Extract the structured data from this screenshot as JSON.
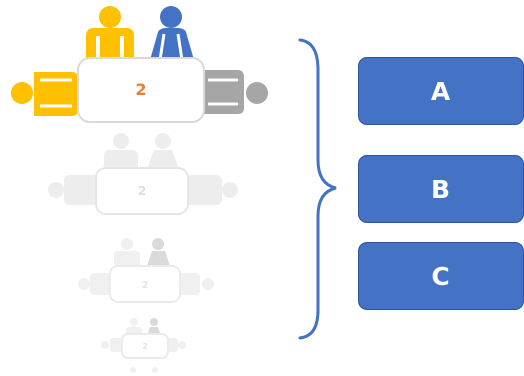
{
  "tables": [
    {
      "label": "2",
      "label_color": "#ed7d31",
      "opacity": 1.0
    },
    {
      "label": "2",
      "label_color": "#8c8c8c",
      "opacity": 0.28
    },
    {
      "label": "2",
      "label_color": "#8c8c8c",
      "opacity": 0.22
    },
    {
      "label": "2",
      "label_color": "#8c8c8c",
      "opacity": 0.2
    }
  ],
  "people_colors": {
    "yellow": "#ffc000",
    "blue": "#4472c4",
    "gray": "#a6a6a6",
    "faded": "#bfbfbf"
  },
  "brace_color": "#4472c4",
  "choices": [
    {
      "id": "A",
      "label": "A"
    },
    {
      "id": "B",
      "label": "B"
    },
    {
      "id": "C",
      "label": "C"
    }
  ]
}
